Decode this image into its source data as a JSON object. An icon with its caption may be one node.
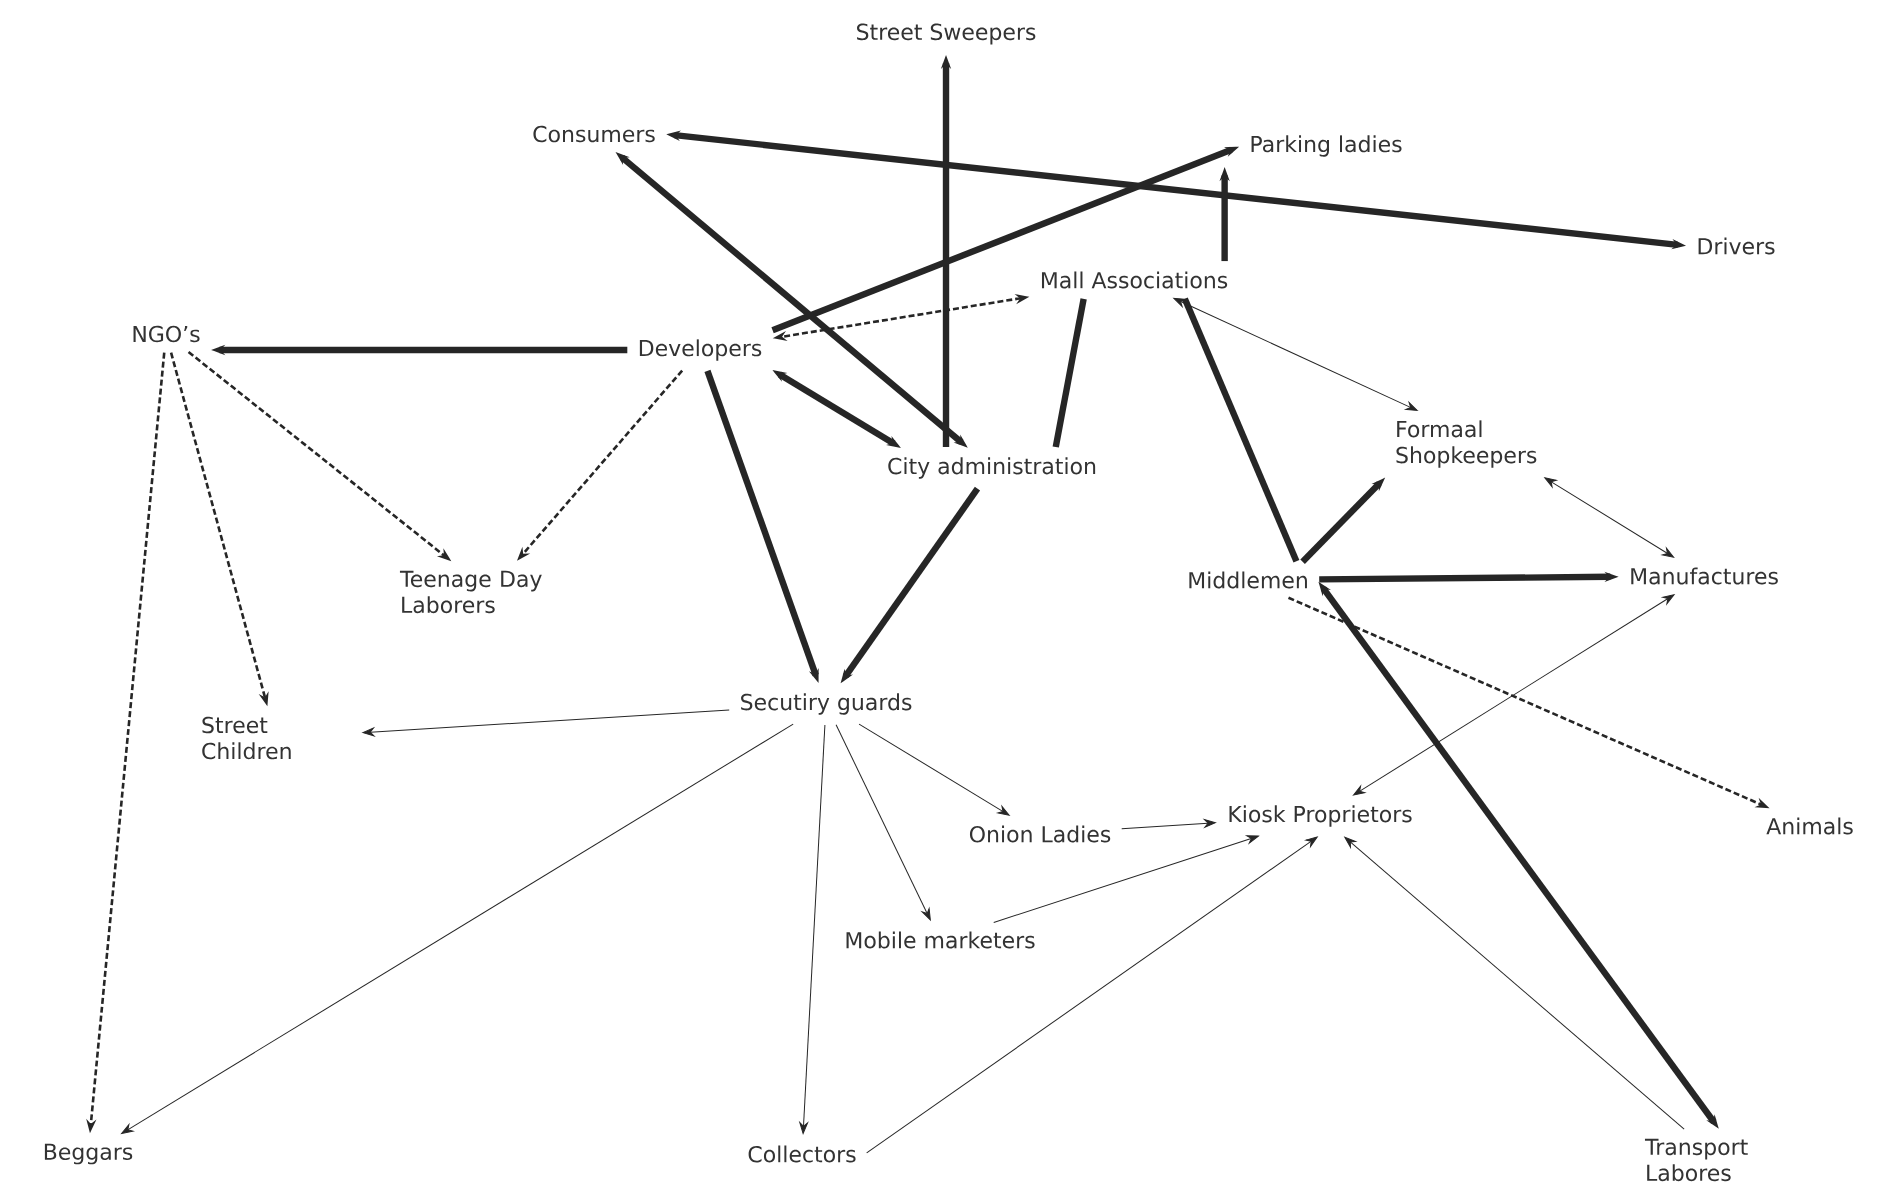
{
  "diagram": {
    "nodes": [
      {
        "text": [
          "Street Sweepers"
        ]
      },
      {
        "text": [
          "Consumers"
        ]
      },
      {
        "text": [
          "Parking ladies"
        ]
      },
      {
        "text": [
          "Drivers"
        ]
      },
      {
        "text": [
          "Mall Associations"
        ]
      },
      {
        "text": [
          "NGO’s"
        ]
      },
      {
        "text": [
          "Developers"
        ]
      },
      {
        "text": [
          "Formaal Shopkeepers"
        ]
      },
      {
        "text": [
          "City administration"
        ]
      },
      {
        "text": [
          "Teenage Day Laborers"
        ]
      },
      {
        "text": [
          "Middlemen"
        ]
      },
      {
        "text": [
          "Manufactures"
        ]
      },
      {
        "text": [
          "Street Children"
        ]
      },
      {
        "text": [
          "Secutiry guards"
        ]
      },
      {
        "text": [
          "Onion Ladies"
        ]
      },
      {
        "text": [
          "Kiosk Proprietors"
        ]
      },
      {
        "text": [
          "Animals"
        ]
      },
      {
        "text": [
          "Mobile marketers"
        ]
      },
      {
        "text": [
          "Beggars"
        ]
      },
      {
        "text": [
          "Collectors"
        ]
      },
      {
        "text": [
          "Transport Labores"
        ]
      }
    ],
    "edges": [
      {
        "from": 8,
        "to": 0,
        "arrow": "to",
        "style": "thick"
      },
      {
        "from": 3,
        "to": 1,
        "arrow": "both",
        "style": "thick"
      },
      {
        "from": 6,
        "to": 2,
        "arrow": "to",
        "style": "thick"
      },
      {
        "from": 4,
        "to": 2,
        "arrow": "to",
        "style": "thick"
      },
      {
        "from": 4,
        "to": 6,
        "arrow": "both",
        "style": "dashed"
      },
      {
        "from": 1,
        "to": 8,
        "arrow": "both",
        "style": "thick"
      },
      {
        "from": 6,
        "to": 5,
        "arrow": "to",
        "style": "thick"
      },
      {
        "from": 6,
        "to": 8,
        "arrow": "both",
        "style": "thick"
      },
      {
        "from": 4,
        "to": 8,
        "arrow": "none",
        "style": "thick"
      },
      {
        "from": 4,
        "to": 10,
        "arrow": "none",
        "style": "thick"
      },
      {
        "from": 4,
        "to": 7,
        "arrow": "both"
      },
      {
        "from": 10,
        "to": 7,
        "arrow": "to",
        "style": "thick"
      },
      {
        "from": 7,
        "to": 11,
        "arrow": "both"
      },
      {
        "from": 10,
        "to": 11,
        "arrow": "to",
        "style": "thick"
      },
      {
        "from": 5,
        "to": 9,
        "arrow": "to",
        "style": "dashed"
      },
      {
        "from": 6,
        "to": 9,
        "arrow": "to",
        "style": "dashed"
      },
      {
        "from": 5,
        "to": 12,
        "arrow": "to",
        "style": "dashed"
      },
      {
        "from": 5,
        "to": 18,
        "arrow": "to",
        "style": "dashed"
      },
      {
        "from": 6,
        "to": 13,
        "arrow": "to",
        "style": "thick"
      },
      {
        "from": 8,
        "to": 13,
        "arrow": "to",
        "style": "thick"
      },
      {
        "from": 13,
        "to": 12,
        "arrow": "to"
      },
      {
        "from": 13,
        "to": 18,
        "arrow": "to"
      },
      {
        "from": 13,
        "to": 19,
        "arrow": "to"
      },
      {
        "from": 13,
        "to": 17,
        "arrow": "to"
      },
      {
        "from": 13,
        "to": 14,
        "arrow": "to"
      },
      {
        "from": 14,
        "to": 15,
        "arrow": "to"
      },
      {
        "from": 17,
        "to": 15,
        "arrow": "to"
      },
      {
        "from": 19,
        "to": 15,
        "arrow": "to"
      },
      {
        "from": 20,
        "to": 15,
        "arrow": "to"
      },
      {
        "from": 10,
        "to": 20,
        "arrow": "both",
        "style": "thick"
      },
      {
        "from": 11,
        "to": 15,
        "arrow": "both"
      },
      {
        "from": 10,
        "to": 16,
        "arrow": "to",
        "style": "dashed"
      }
    ]
  }
}
